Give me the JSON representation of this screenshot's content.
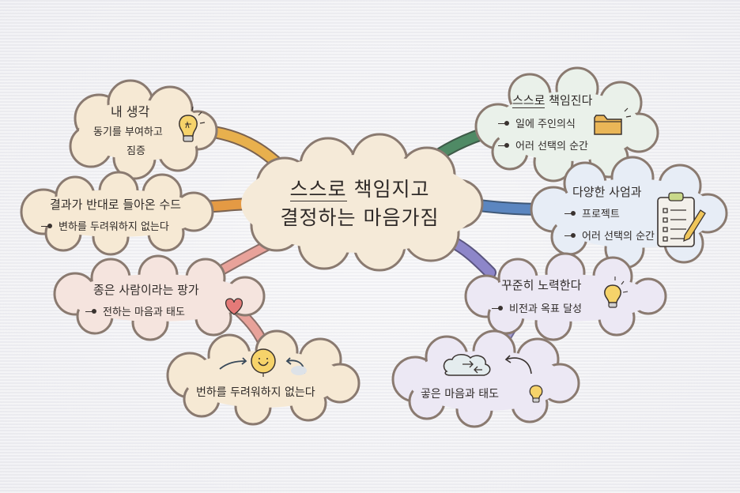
{
  "center": {
    "line1_underlined": "스스로",
    "line1_rest": " 책임지고",
    "line2": "결정하는 마음가짐"
  },
  "nodes": {
    "my_thoughts": {
      "title": "내 생각",
      "lines": [
        "동기를 부여하고",
        "짐증"
      ],
      "icon": "lightbulb-icon",
      "color": "#e8b04d"
    },
    "even_if_opposite": {
      "title": "결과가 반대로 들아온 수드",
      "items": [
        "변하를 두려워하지 없는다"
      ],
      "color": "#e49a44"
    },
    "good_person": {
      "title": "종은 사람이라는 팡가",
      "items": [
        "전하는 마음과 태도"
      ],
      "icon": "heart-icon",
      "color": "#e8a29a"
    },
    "not_afraid": {
      "title": "번하를 두려워하지 없는다",
      "icon": "smiley-sun-icon",
      "color": "#e8a29a"
    },
    "self_responsible": {
      "title_underlined": "스스로",
      "title_rest": " 책임진다",
      "items": [
        "일에 주인의식",
        "어러 선택의 순간"
      ],
      "icon": "folder-icon",
      "color": "#4f8a65"
    },
    "projects": {
      "title": "다양한 사엄과",
      "items": [
        "프로젝트",
        "어러 선택의 순간"
      ],
      "icon": "clipboard-checklist-icon",
      "color": "#5b86c0"
    },
    "steady_effort": {
      "title": "꾸준히 노력한다",
      "items": [
        "비전과 옥표 달성"
      ],
      "icon": "lightbulb-icon",
      "color": "#8d86c9"
    },
    "good_attitude": {
      "title": "곻은 마음과 태도",
      "icon": "cloud-arrows-icon",
      "color": "#a39ccf"
    }
  },
  "colors": {
    "paper": "#f1f1f4",
    "center_fill": "#f5ead8",
    "cloud_outline": "#8a7a70",
    "warm_fill": "#f6e9d4",
    "pink_fill": "#f5e4de",
    "green_fill": "#eaf1ea",
    "blue_fill": "#e7edf6",
    "purple_fill": "#ece8f4"
  }
}
